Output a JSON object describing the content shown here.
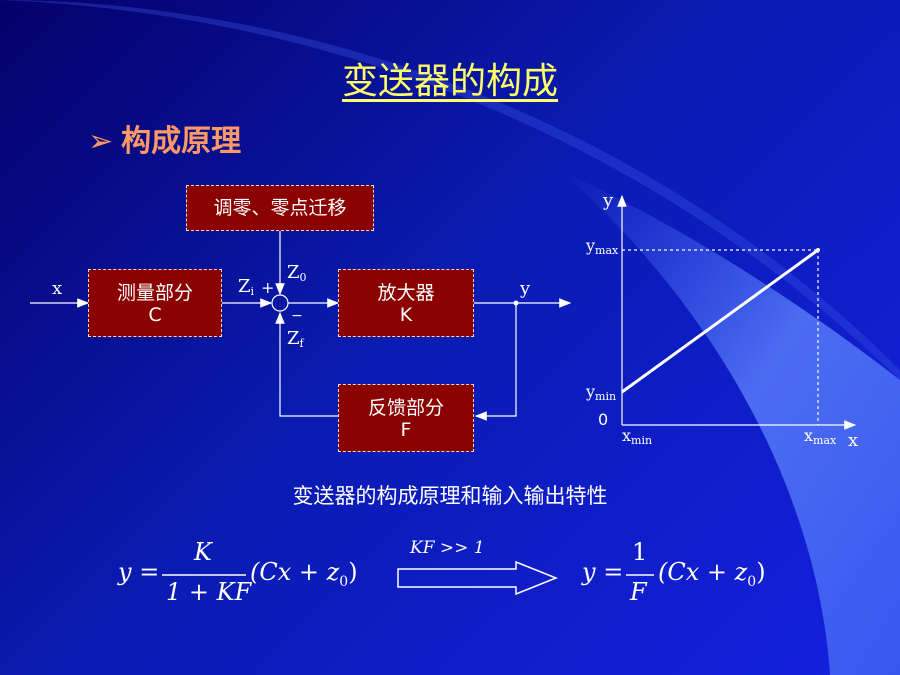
{
  "slide": {
    "title": "变送器的构成",
    "bullet_arrow": "➢",
    "bullet_text": "构成原理",
    "caption": "变送器的构成原理和输入输出特性"
  },
  "diagram": {
    "zero_box": "调零、零点迁移",
    "measure_box": {
      "line1": "测量部分",
      "line2": "C"
    },
    "amp_box": {
      "line1": "放大器",
      "line2": "K"
    },
    "feedback_box": {
      "line1": "反馈部分",
      "line2": "F"
    },
    "input_label": "x",
    "output_label": "y",
    "zi": {
      "base": "Z",
      "sub": "i"
    },
    "z0": {
      "base": "Z",
      "sub": "0"
    },
    "zf": {
      "base": "Z",
      "sub": "f"
    },
    "plus": "+",
    "minus": "−"
  },
  "chart": {
    "y_axis": "y",
    "x_axis": "x",
    "ymax": {
      "base": "y",
      "sub": "max"
    },
    "ymin": {
      "base": "y",
      "sub": "min"
    },
    "xmin": {
      "base": "x",
      "sub": "min"
    },
    "xmax": {
      "base": "x",
      "sub": "max"
    },
    "origin": "0"
  },
  "formula": {
    "left": {
      "lhs": "y =",
      "num": "K",
      "den": "1 + KF",
      "rhs": "(Cx + z",
      "rhs_sub": "0",
      "rhs_end": ")"
    },
    "condition": "KF  >> 1",
    "right": {
      "lhs": "y =",
      "num": "1",
      "den": "F",
      "rhs": "(Cx + z",
      "rhs_sub": "0",
      "rhs_end": ")"
    }
  },
  "colors": {
    "title": "#ffff66",
    "bullet": "#ff9966",
    "box": "#8b0000"
  }
}
